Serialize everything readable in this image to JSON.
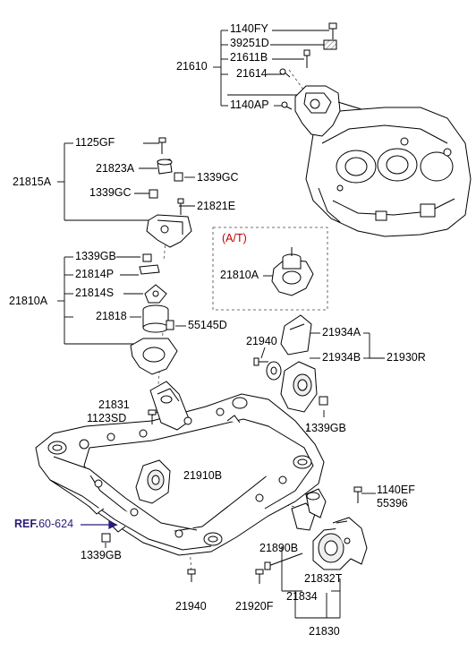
{
  "labels": {
    "p1140FY": "1140FY",
    "p39251D": "39251D",
    "p21611B": "21611B",
    "p21614": "21614",
    "p21610": "21610",
    "p1140AP": "1140AP",
    "p1125GF": "1125GF",
    "p21823A": "21823A",
    "p21815A": "21815A",
    "p1339GC_a": "1339GC",
    "p1339GC_b": "1339GC",
    "p21821E": "21821E",
    "p1339GB_a": "1339GB",
    "p21814P": "21814P",
    "p21814S": "21814S",
    "p21810A_a": "21810A",
    "p21818": "21818",
    "p55145D": "55145D",
    "at_note": "(A/T)",
    "p21810A_b": "21810A",
    "p21940_a": "21940",
    "p21934A": "21934A",
    "p21934B": "21934B",
    "p21930R": "21930R",
    "p1339GB_b": "1339GB",
    "p21831": "21831",
    "p1123SD": "1123SD",
    "p21910B": "21910B",
    "p1140EF": "1140EF",
    "p55396": "55396",
    "ref_word": "REF.",
    "ref_num": "60-624",
    "p1339GB_c": "1339GB",
    "p21890B": "21890B",
    "p21832T": "21832T",
    "p21834": "21834",
    "p21940_b": "21940",
    "p21920F": "21920F",
    "p21830": "21830"
  },
  "colors": {
    "line": "#000000",
    "ref_text": "#2a1a7a",
    "ref_arrow": "#2a1a7a",
    "dashed": "#444444"
  }
}
